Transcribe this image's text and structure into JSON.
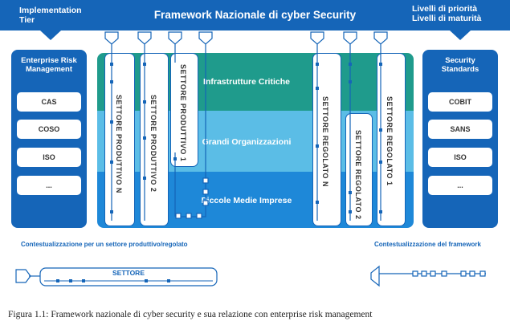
{
  "header": {
    "left_line1": "Implementation",
    "left_line2": "Tier",
    "title": "Framework Nazionale di cyber Security",
    "right_line1": "Livelli di priorità",
    "right_line2": "Livelli di maturità"
  },
  "left_panel": {
    "title_line1": "Enterprise Risk",
    "title_line2": "Management",
    "items": [
      "CAS",
      "COSO",
      "ISO",
      "..."
    ]
  },
  "right_panel": {
    "title_line1": "Security",
    "title_line2": "Standards",
    "items": [
      "COBIT",
      "SANS",
      "ISO",
      "..."
    ]
  },
  "bands": [
    "Infrastrutture Critiche",
    "Grandi Organizzazioni",
    "Piccole Medie Imprese"
  ],
  "columns": {
    "produttivo_n": "SETTORE PRODUTTIVO N",
    "produttivo_2": "SETTORE PRODUTTIVO 2",
    "produttivo_1": "SETTORE PRODUTTIVO 1",
    "regolato_n": "SETTORE REGOLATO N",
    "regolato_2": "SETTORE REGOLATO 2",
    "regolato_1": "SETTORE REGOLATO 1"
  },
  "legend": {
    "left_caption": "Contestualizzazione per un settore produttivo/regolato",
    "left_bar_label": "SETTORE",
    "right_caption": "Contestualizzazione del framework"
  },
  "figure_caption": "Figura 1.1: Framework nazionale di cyber security e sua relazione con enterprise risk management",
  "colors": {
    "primary_blue": "#1565b8",
    "teal_band": "#1f9b8c",
    "light_blue_band": "#5bbde6",
    "mid_blue_band": "#1e88d8"
  }
}
